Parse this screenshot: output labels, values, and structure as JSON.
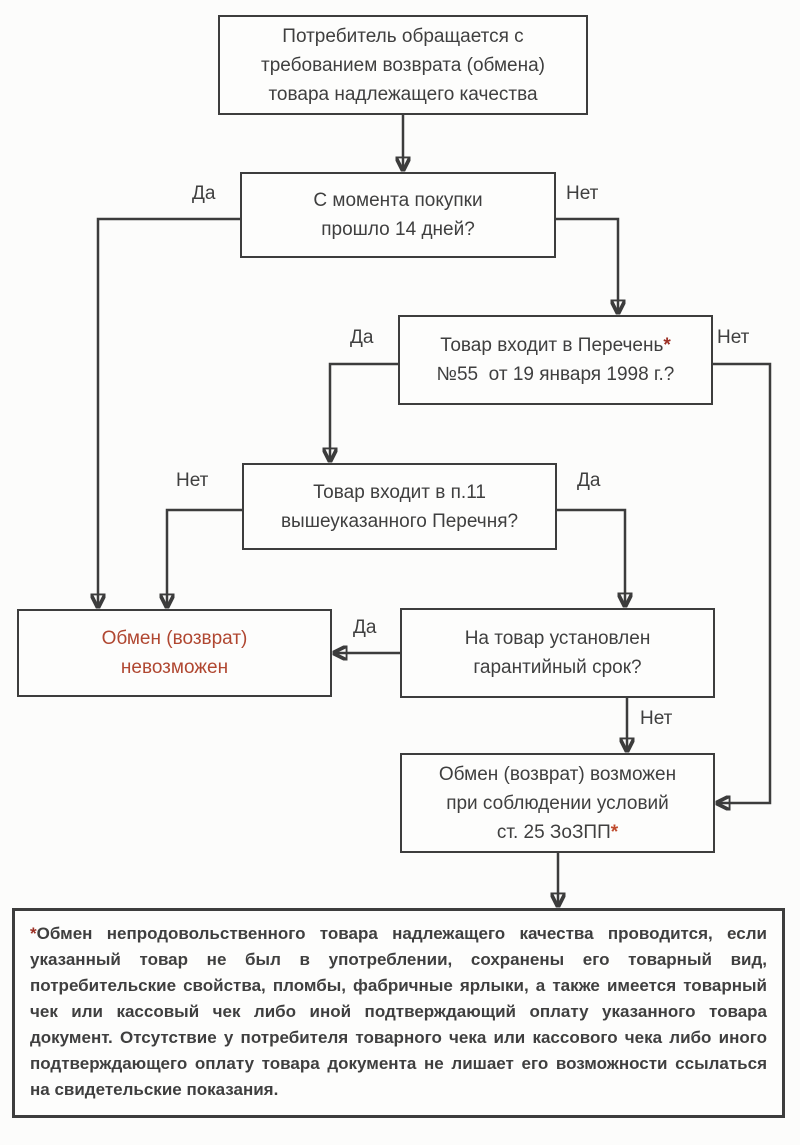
{
  "flowchart": {
    "start": {
      "lines": [
        "Потребитель обращается с",
        "требованием возврата (обмена)",
        "товара надлежащего качества"
      ]
    },
    "q_14_days": {
      "lines": [
        "С момента покупки",
        "прошло 14 дней?"
      ],
      "yes": "Да",
      "no": "Нет"
    },
    "q_list55": {
      "line1": "Товар входит в Перечень",
      "asterisk": "*",
      "line2": "№55  от 19 января 1998 г.?",
      "yes": "Да",
      "no": "Нет"
    },
    "q_p11": {
      "lines": [
        "Товар входит в п.11",
        "вышеуказанного Перечня?"
      ],
      "no": "Нет",
      "yes": "Да"
    },
    "impossible": {
      "lines": [
        "Обмен (возврат)",
        "невозможен"
      ]
    },
    "q_warranty": {
      "lines": [
        "На товар установлен",
        "гарантийный срок?"
      ],
      "yes": "Да",
      "no": "Нет"
    },
    "possible": {
      "line1": "Обмен (возврат) возможен",
      "line2": "при соблюдении условий",
      "line3": "ст. 25 ЗоЗПП",
      "asterisk": "*"
    },
    "footnote": {
      "asterisk": "*",
      "text": "Обмен непродовольственного товара надлежащего качества проводится, если указанный товар не был в употреблении, сохранены его товарный вид, потребительские свойства, пломбы, фабричные ярлыки, а также имеется товарный чек или кассовый чек либо иной подтверждающий оплату указанного товара документ. Отсутствие у потребителя товарного чека или кассового чека либо иного подтверждающего оплату товара документа не лишает его возможности ссылаться на свидетельские показания."
    }
  },
  "colors": {
    "line": "#3c3c3c",
    "border": "#3d3d3d",
    "text": "#3f3f3f",
    "red_text": "#b04731",
    "asterisk": "#9c3025",
    "asterisk_bright": "#bf4a2c",
    "background": "#fcfcfb"
  }
}
